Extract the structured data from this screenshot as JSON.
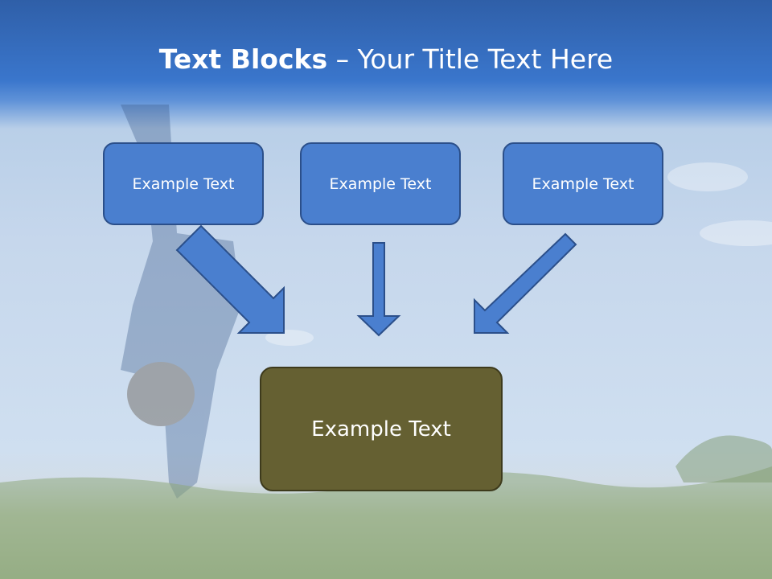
{
  "slide": {
    "title_bold": "Text Blocks",
    "title_sep": " – ",
    "title_rest": "Your Title Text Here"
  },
  "blocks": [
    {
      "label": "Example Text"
    },
    {
      "label": "Example Text"
    },
    {
      "label": "Example Text"
    }
  ],
  "center_block": {
    "label": "Example Text"
  },
  "colors": {
    "block_fill": "#4a7fcf",
    "center_fill": "#656032",
    "arrow_fill": "#4a7fcf"
  }
}
